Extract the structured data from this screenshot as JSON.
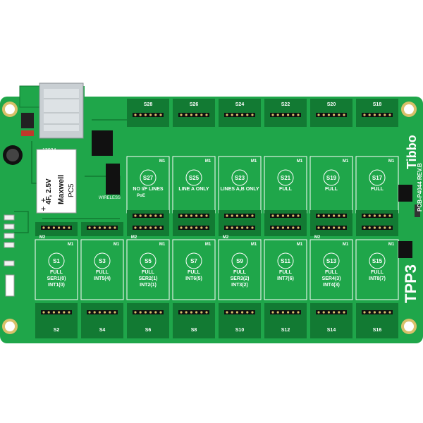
{
  "board": {
    "brand": "Tibbo",
    "model": "PCB-P4044 REV.B",
    "product": "TPP3",
    "wireless_label": "WIRELESS",
    "id_label": "13024",
    "colors": {
      "pcb": "#1fa64a",
      "pcb_dark": "#127a33",
      "silk": "#ffffff",
      "gold": "#d8c06a",
      "connector": "#222222",
      "ethernet": "#c9cfd3",
      "module_slot": "#0f5a27"
    }
  },
  "supercap": {
    "capacitance": "4F",
    "voltage": "2.5V",
    "brand": "Maxwell",
    "part": "PC5"
  },
  "top_slots": [
    "S28",
    "S26",
    "S24",
    "S22",
    "S20",
    "S18"
  ],
  "upper_modules": [
    {
      "slot": "S27",
      "l1": "NO I/F LINES",
      "l2": "PoE"
    },
    {
      "slot": "S25",
      "l1": "LINE A ONLY",
      "l2": ""
    },
    {
      "slot": "S23",
      "l1": "LINES A,B ONLY",
      "l2": ""
    },
    {
      "slot": "S21",
      "l1": "FULL",
      "l2": ""
    },
    {
      "slot": "S19",
      "l1": "FULL",
      "l2": ""
    },
    {
      "slot": "S17",
      "l1": "FULL",
      "l2": ""
    }
  ],
  "lower_modules": [
    {
      "slot": "S1",
      "l1": "FULL",
      "l2": "SER1(0)",
      "l3": "INT1(0)"
    },
    {
      "slot": "S3",
      "l1": "FULL",
      "l2": "INT5(4)",
      "l3": ""
    },
    {
      "slot": "S5",
      "l1": "FULL",
      "l2": "SER2(1)",
      "l3": "INT2(1)"
    },
    {
      "slot": "S7",
      "l1": "FULL",
      "l2": "INT6(5)",
      "l3": ""
    },
    {
      "slot": "S9",
      "l1": "FULL",
      "l2": "SER3(2)",
      "l3": "INT3(2)"
    },
    {
      "slot": "S11",
      "l1": "FULL",
      "l2": "INT7(6)",
      "l3": ""
    },
    {
      "slot": "S13",
      "l1": "FULL",
      "l2": "SER4(3)",
      "l3": "INT4(3)"
    },
    {
      "slot": "S15",
      "l1": "FULL",
      "l2": "INT8(7)",
      "l3": ""
    }
  ],
  "bottom_slots": [
    "S2",
    "S4",
    "S6",
    "S8",
    "S10",
    "S12",
    "S14",
    "S16"
  ],
  "markers": {
    "m1": "M1",
    "m2": "M2"
  }
}
